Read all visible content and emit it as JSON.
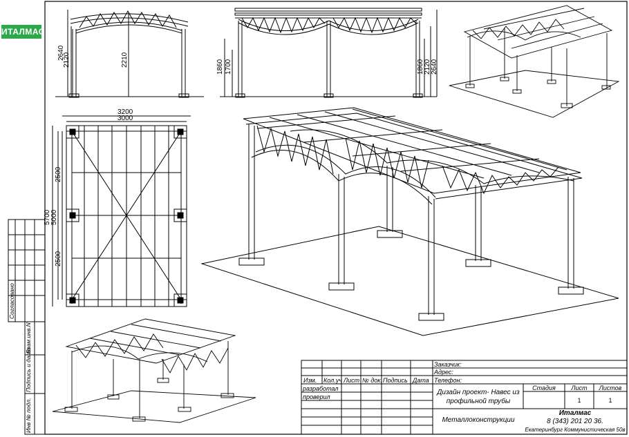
{
  "brand": {
    "logo_text": "ИТАЛМАС"
  },
  "dimensions": {
    "front_height_total": "2640",
    "front_height_side": "2120",
    "front_height_mid": "2210",
    "side_height_left_a": "1860",
    "side_height_left_b": "1700",
    "side_height_right_a": "1860",
    "side_height_right_b": "2120",
    "side_height_right_c": "2640",
    "plan_width_total": "3200",
    "plan_width_inner": "3000",
    "plan_length_total": "5700",
    "plan_length_inner": "5000",
    "plan_span_upper": "2500",
    "plan_span_lower": "2500"
  },
  "side_stamp": {
    "agreed": "Согласовано",
    "replace_inv": "Взам.инв.N",
    "sign_date": "Подпись и дата",
    "inv_orig": "Инв № подл."
  },
  "title_block": {
    "customer_label": "Заказчик:",
    "address_label": "Адрес:",
    "phone_label": "Телефон:",
    "col_change": "Изм.",
    "col_qty": "Кол.уч",
    "col_sheet": "Лист",
    "col_doc": "№ док.",
    "col_sign": "Подпись",
    "col_date": "Дата",
    "developed": "разработал",
    "checked": "проверил",
    "project_title_line1": "Дизайн проект- Навес из",
    "project_title_line2": "профильной трубы",
    "stage_label": "Стадия",
    "sheet_label": "Лист",
    "sheets_label": "Листов",
    "sheet_value": "1",
    "sheets_value": "1",
    "section": "Металлоконструкции",
    "company": "Италмас",
    "company_phone": "8 (343) 201 20 36.",
    "company_address": "Екатеринбург Коммунистическая 50в"
  },
  "colors": {
    "brand_green": "#2aa84a",
    "line": "#000000",
    "ground": "#ffffff"
  }
}
